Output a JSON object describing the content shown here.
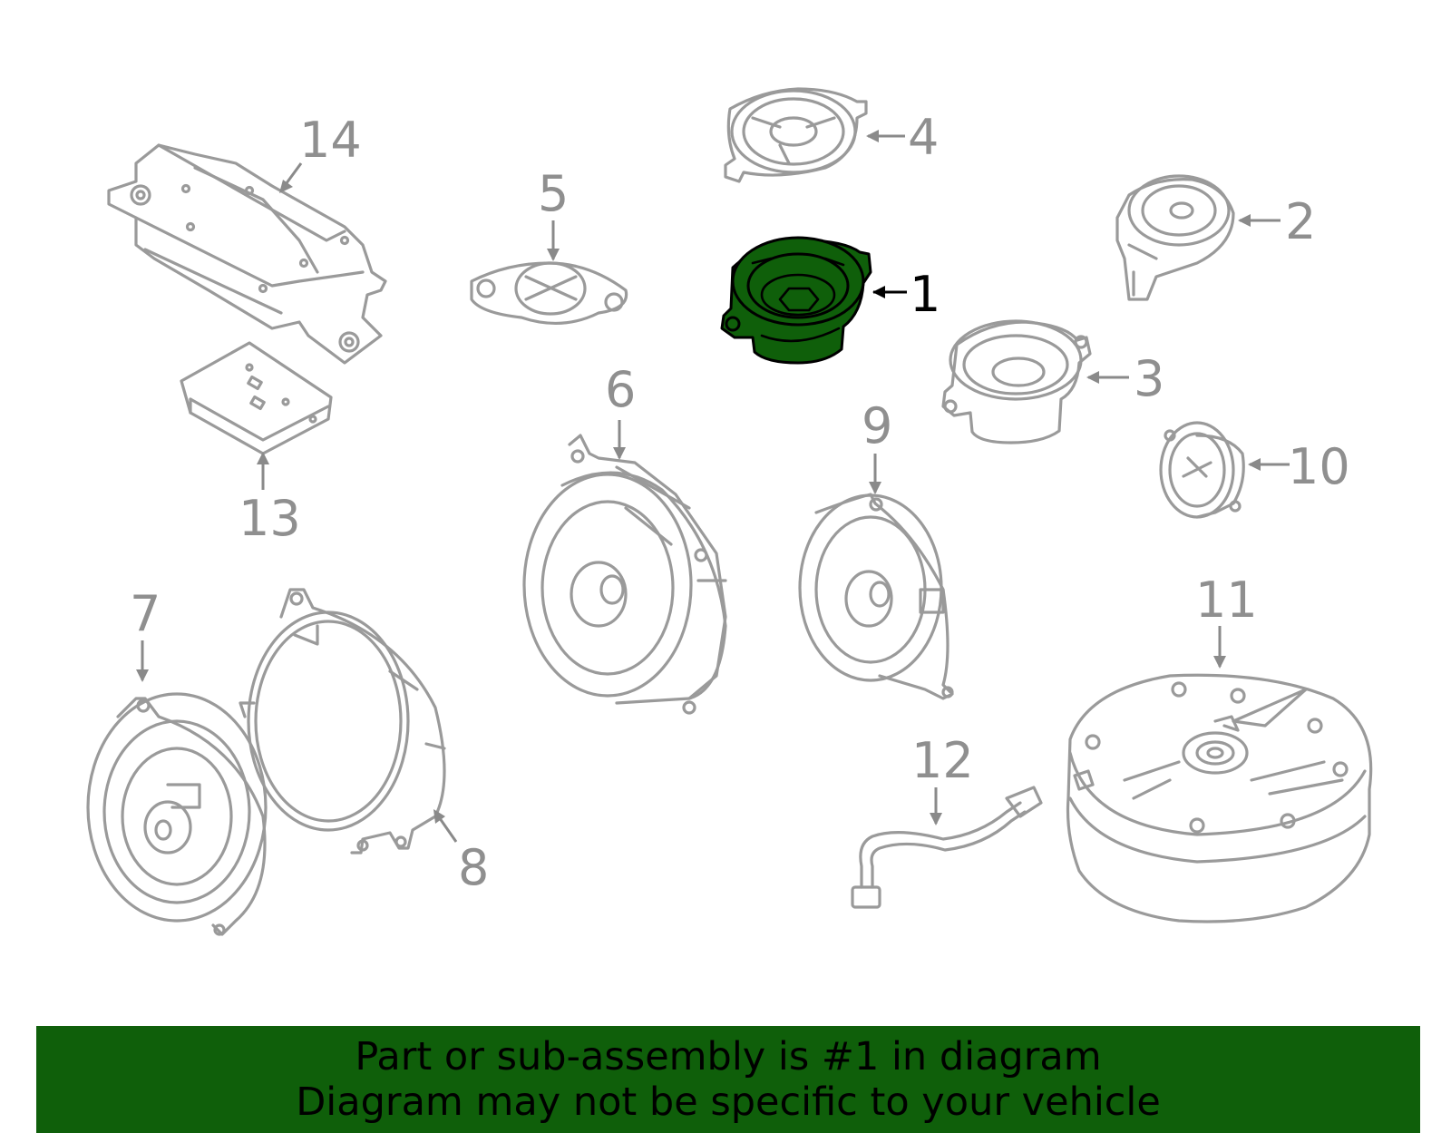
{
  "diagram": {
    "callouts": [
      {
        "id": "1",
        "label": "1",
        "highlighted": true
      },
      {
        "id": "2",
        "label": "2"
      },
      {
        "id": "3",
        "label": "3"
      },
      {
        "id": "4",
        "label": "4"
      },
      {
        "id": "5",
        "label": "5"
      },
      {
        "id": "6",
        "label": "6"
      },
      {
        "id": "7",
        "label": "7"
      },
      {
        "id": "8",
        "label": "8"
      },
      {
        "id": "9",
        "label": "9"
      },
      {
        "id": "10",
        "label": "10"
      },
      {
        "id": "11",
        "label": "11"
      },
      {
        "id": "12",
        "label": "12"
      },
      {
        "id": "13",
        "label": "13"
      },
      {
        "id": "14",
        "label": "14"
      }
    ],
    "highlight_color": "#0f5f0a",
    "line_color": "#9a9a9a"
  },
  "banner": {
    "line1": "Part or sub-assembly is #1 in diagram",
    "line2": "Diagram may not be specific to your vehicle",
    "background": "#0f5f0a"
  }
}
